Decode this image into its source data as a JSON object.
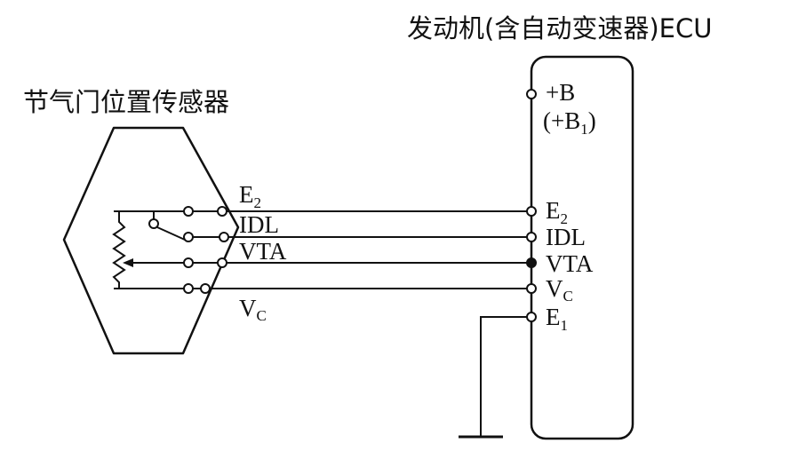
{
  "ecu": {
    "title": "发动机(含自动变速器)ECU",
    "pins": {
      "b": "+B",
      "b1_open": "(+B",
      "b1_sub": "1",
      "b1_close": ")",
      "e2": "E",
      "e2_sub": "2",
      "idl": "IDL",
      "vta": "VTA",
      "vc": "V",
      "vc_sub": "C",
      "e1": "E",
      "e1_sub": "1"
    }
  },
  "sensor": {
    "title": "节气门位置传感器",
    "pins": {
      "e2": "E",
      "e2_sub": "2",
      "idl": "IDL",
      "vta": "VTA",
      "vc": "V",
      "vc_sub": "C"
    }
  }
}
